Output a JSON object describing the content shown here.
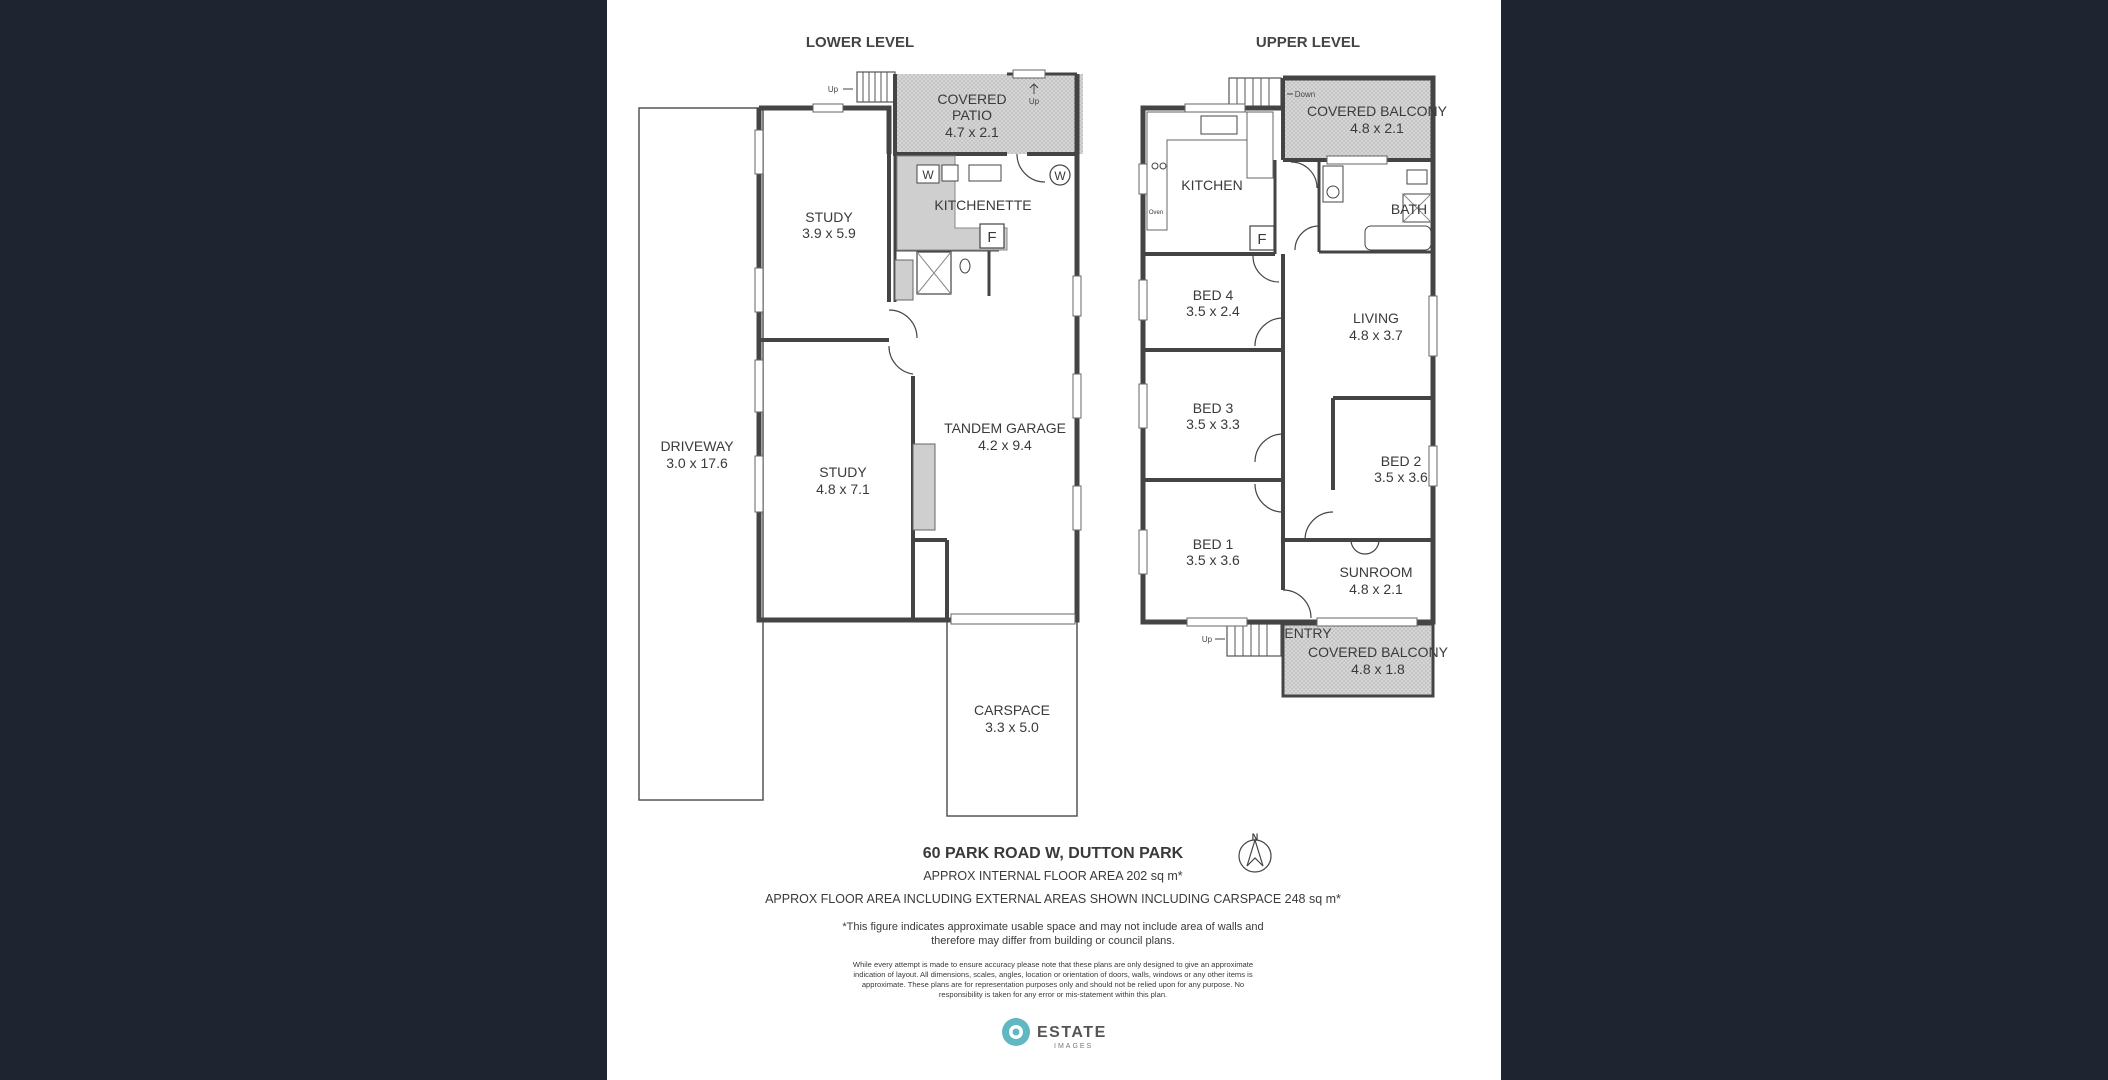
{
  "headers": {
    "lower": "LOWER LEVEL",
    "upper": "UPPER LEVEL"
  },
  "lower_rooms": {
    "covered_patio": {
      "name_1": "COVERED",
      "name_2": "PATIO",
      "size": "4.7 x 2.1"
    },
    "kitchenette": {
      "name": "KITCHENETTE"
    },
    "study_top": {
      "name": "STUDY",
      "size": "3.9 x 5.9"
    },
    "study_bottom": {
      "name": "STUDY",
      "size": "4.8 x 7.1"
    },
    "tandem_garage": {
      "name": "TANDEM GARAGE",
      "size": "4.2 x 9.4"
    },
    "driveway": {
      "name": "DRIVEWAY",
      "size": "3.0 x 17.6"
    },
    "carspace": {
      "name": "CARSPACE",
      "size": "3.3 x 5.0"
    }
  },
  "upper_rooms": {
    "covered_balcony_top": {
      "name": "COVERED BALCONY",
      "size": "4.8 x 2.1"
    },
    "kitchen": {
      "name": "KITCHEN"
    },
    "bath": {
      "name": "BATH"
    },
    "bed4": {
      "name": "BED 4",
      "size": "3.5 x 2.4"
    },
    "living": {
      "name": "LIVING",
      "size": "4.8 x 3.7"
    },
    "bed3": {
      "name": "BED 3",
      "size": "3.5 x 3.3"
    },
    "bed2": {
      "name": "BED 2",
      "size": "3.5 x 3.6"
    },
    "bed1": {
      "name": "BED 1",
      "size": "3.5 x 3.6"
    },
    "sunroom": {
      "name": "SUNROOM",
      "size": "4.8 x 2.1"
    },
    "entry": {
      "name": "ENTRY"
    },
    "covered_balcony_bottom": {
      "name": "COVERED BALCONY",
      "size": "4.8 x 1.8"
    }
  },
  "markers": {
    "up": "Up",
    "down": "Down",
    "fridge": "F",
    "washer": "W",
    "oven": "Oven",
    "north": "N"
  },
  "footer": {
    "address": "60 PARK ROAD W, DUTTON PARK",
    "internal_area": "APPROX INTERNAL FLOOR AREA 202 sq m*",
    "total_area": "APPROX FLOOR AREA INCLUDING EXTERNAL AREAS SHOWN INCLUDING CARSPACE 248 sq m*",
    "note_1": "*This figure indicates approximate usable space and may not include area of walls and",
    "note_2": "therefore may differ from building or council plans.",
    "disclaimer_1": "While every attempt is made to ensure accuracy please note that these plans are only designed to give an approximate",
    "disclaimer_2": "indication of layout. All dimensions, scales, angles, location or orientation of doors, walls, windows or any other items is",
    "disclaimer_3": "approximate. These plans are for representation purposes only and should not be relied upon for any purpose. No",
    "disclaimer_4": "responsibility is taken for any error or mis-statement within this plan.",
    "brand": "ESTATE",
    "brand_sub": "IMAGES"
  }
}
